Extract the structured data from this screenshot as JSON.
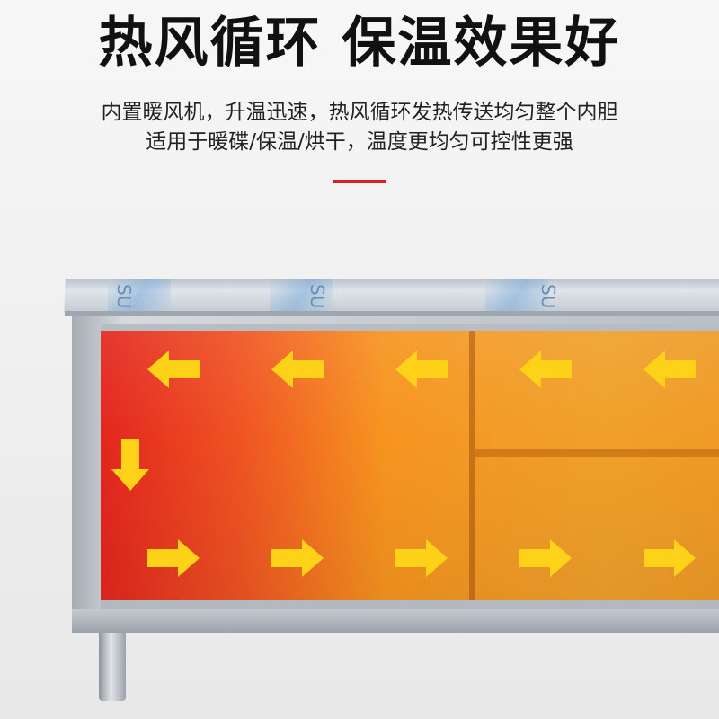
{
  "headline": "热风循环 保温效果好",
  "subline1": "内置暖风机，升温迅速，热风循环发热传送均匀整个内胆",
  "subline2": "适用于暖碟/保温/烘干，温度更均匀可控性更强",
  "film_label": "SU",
  "arrows": {
    "color": "#ffd21a",
    "top_row": [
      "arrow-left",
      "arrow-left",
      "arrow-left",
      "arrow-left",
      "arrow-left"
    ],
    "middle": "arrow-down",
    "bottom_row": [
      "arrow-right",
      "arrow-right",
      "arrow-right",
      "arrow-right",
      "arrow-right"
    ]
  },
  "colors": {
    "accent_line": "#d92323",
    "panel_hot": "#e3261e",
    "panel_warm": "#f7941f"
  }
}
